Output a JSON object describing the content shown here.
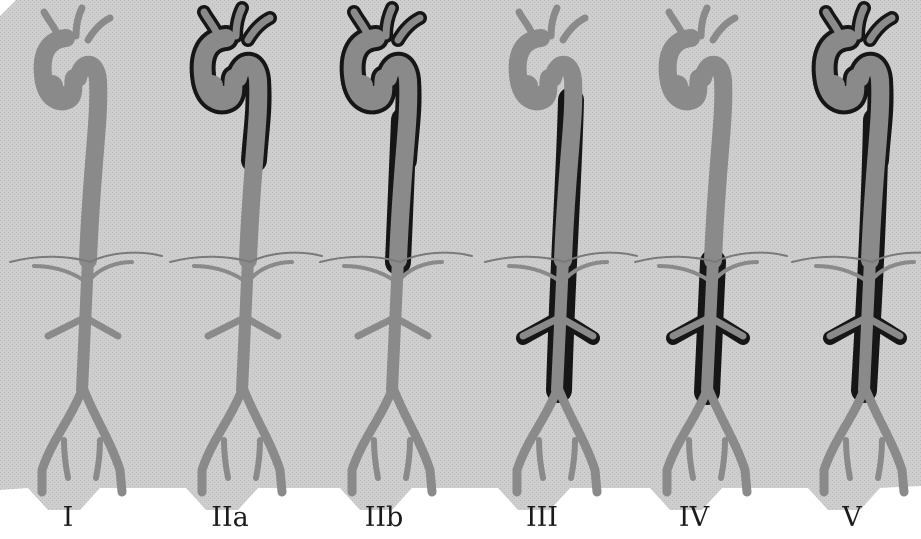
{
  "colors": {
    "background": "#ffffff",
    "panel": "#cdcdcd",
    "vessel": "#8a8a8a",
    "dissection": "#161616"
  },
  "panels": [
    {
      "label": "I",
      "dissection": "none"
    },
    {
      "label": "IIa",
      "dissection": "arch-outline"
    },
    {
      "label": "IIb",
      "dissection": "arch-and-descending-to-diaphragm"
    },
    {
      "label": "III",
      "dissection": "descending-to-iliac"
    },
    {
      "label": "IV",
      "dissection": "abdominal-to-iliac"
    },
    {
      "label": "V",
      "dissection": "arch-through-abdominal"
    }
  ],
  "labels": {
    "p0": "I",
    "p1": "IIa",
    "p2": "IIb",
    "p3": "III",
    "p4": "IV",
    "p5": "V"
  }
}
